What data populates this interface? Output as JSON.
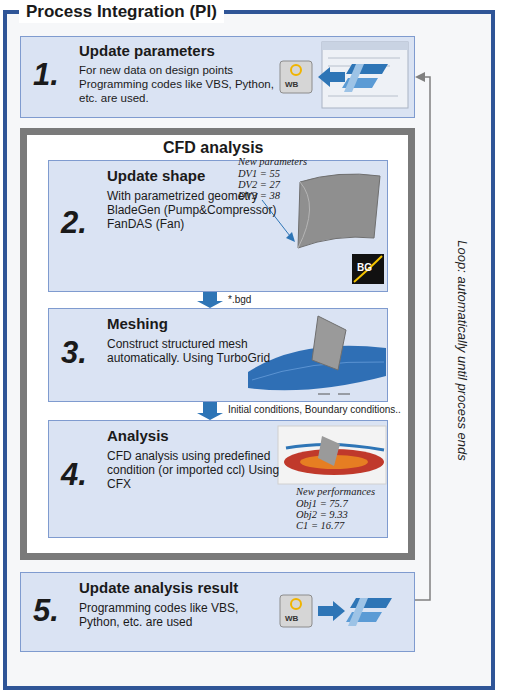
{
  "diagram": {
    "nodes": [
      {
        "text": [
          "Process Integration (PI)"
        ]
      },
      {
        "text": [
          "1.",
          "Update parameters",
          "For new data on design points Programming codes like VBS, Python, etc. are used."
        ],
        "in": 0
      },
      {
        "text": [
          "CFD analysis"
        ],
        "in": 0
      },
      {
        "text": [
          "2.",
          "Update shape",
          "With parametrized geometry BladeGen (Pump&Compressor) FanDAS (Fan)"
        ],
        "in": 2
      },
      {
        "text": [
          "3.",
          "Meshing",
          "Construct structured mesh automatically. Using TurboGrid"
        ],
        "in": 2
      },
      {
        "text": [
          "4.",
          "Analysis",
          "CFD analysis using predefined condition (or imported ccl) Using CFX"
        ],
        "in": 2
      },
      {
        "text": [
          "5.",
          "Update analysis result",
          "Programming codes like VBS, Python, etc. are used"
        ],
        "in": 0
      }
    ],
    "edges": [
      {
        "from": 3,
        "to": 4,
        "label": "*.bgd",
        "arrow": "to"
      },
      {
        "from": 4,
        "to": 5,
        "label": "Initial conditions, Boundary conditions..",
        "arrow": "to"
      },
      {
        "from": 6,
        "to": 1,
        "label": "Loop: automatically until process ends",
        "arrow": "to"
      }
    ],
    "labels": [
      "WB",
      "New parameters",
      "DV1 = 55",
      "DV2 = 27",
      "DV3 = 38",
      "BG",
      "New performances",
      "Obj1 = 75.7",
      "Obj2 = 9.33",
      "C1 = 16.77",
      "WB"
    ]
  }
}
